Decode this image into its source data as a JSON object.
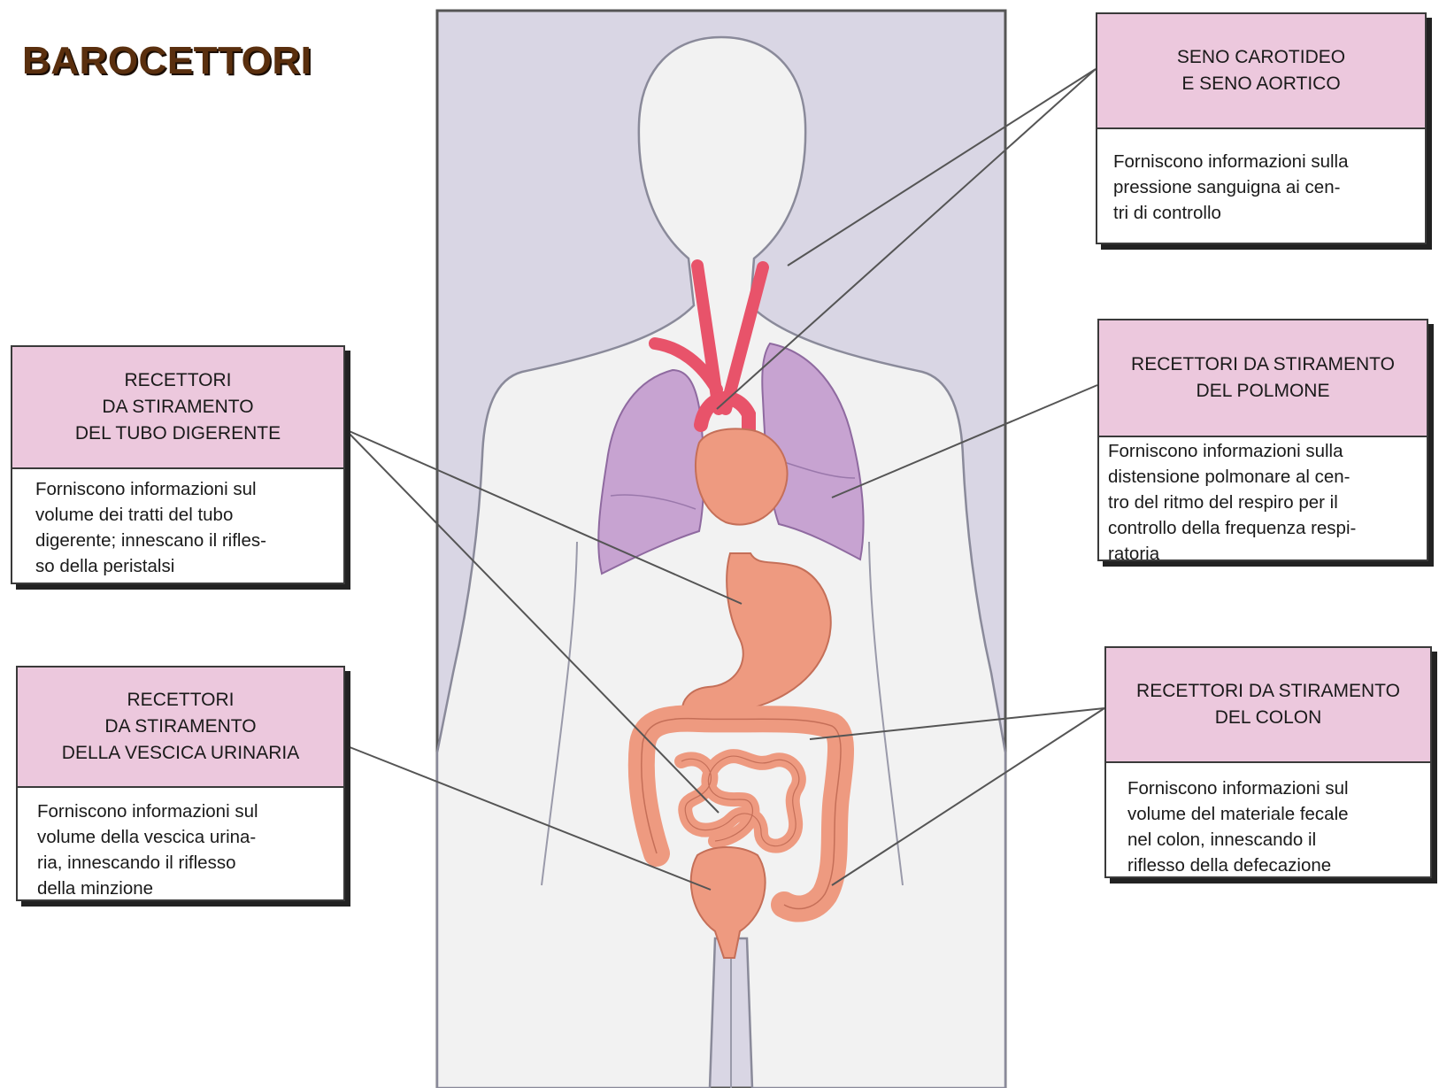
{
  "title": "BAROCETTORI",
  "colors": {
    "panel": "#d9d6e4",
    "body_silhouette": "#f2f2f2",
    "callout_header": "#ecc8dd",
    "organ": "#ee9a80",
    "lung": "#c7a3d1",
    "artery": "#e8536a",
    "title": "#5a2f0e"
  },
  "callouts": [
    {
      "id": "carotid-aortic",
      "heading": "SENO CAROTIDEO\nE SENO AORTICO",
      "text": "Forniscono informazioni sulla\npressione sanguigna ai cen-\ntri di controllo"
    },
    {
      "id": "lung",
      "heading": "RECETTORI DA STIRAMENTO\nDEL POLMONE",
      "text": "Forniscono informazioni sulla\ndistensione polmonare al cen-\ntro del ritmo del respiro per il\ncontrollo della frequenza respi-\nratoria"
    },
    {
      "id": "colon",
      "heading": "RECETTORI DA STIRAMENTO\nDEL COLON",
      "text": "Forniscono informazioni sul\nvolume del materiale fecale\nnel colon, innescando il\nriflesso della defecazione"
    },
    {
      "id": "digestive",
      "heading": "RECETTORI\nDA STIRAMENTO\nDEL TUBO DIGERENTE",
      "text": "Forniscono informazioni sul\nvolume dei tratti del tubo\ndigerente; innescano il rifles-\nso della peristalsi"
    },
    {
      "id": "bladder",
      "heading": "RECETTORI\nDA STIRAMENTO\nDELLA VESCICA URINARIA",
      "text": "Forniscono informazioni sul\nvolume della vescica urina-\nria, innescando il riflesso\ndella minzione"
    }
  ]
}
